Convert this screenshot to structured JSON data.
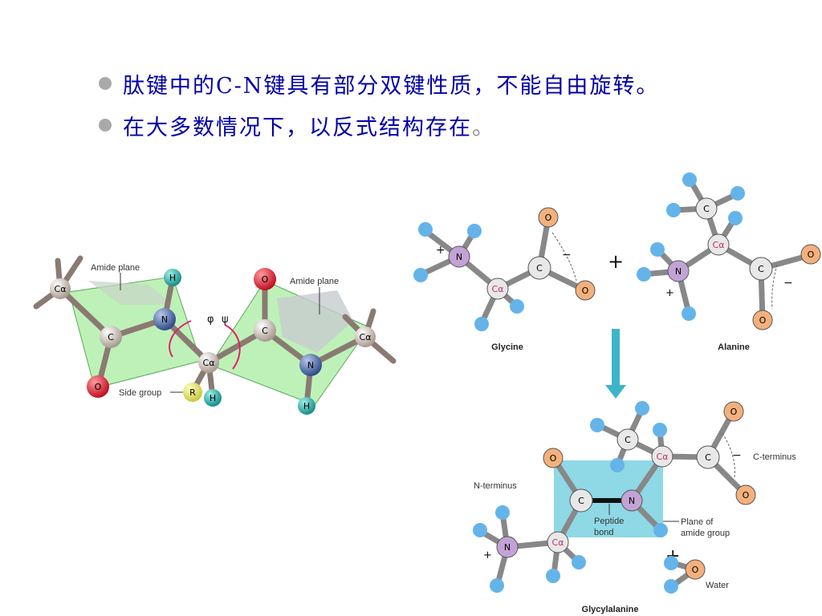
{
  "bullets": [
    {
      "text": "肽键中的C-N键具有部分双键性质，不能自由旋转。",
      "trailing": ""
    },
    {
      "text": "在大多数情况下，以反式结构存在",
      "trailing": "。"
    }
  ],
  "left_model": {
    "amide_plane_label_1": "Amide plane",
    "amide_plane_label_2": "Amide plane",
    "side_group_label": "Side group",
    "phi": "φ",
    "psi": "ψ",
    "atoms": {
      "c": "C",
      "n": "N",
      "o": "O",
      "h": "H",
      "r": "R",
      "ca": "Cα"
    }
  },
  "right_diagram": {
    "glycine_label": "Glycine",
    "alanine_label": "Alanine",
    "glycylalanine_label": "Glycylalanine",
    "plus": "+",
    "minus": "−",
    "pos": "+",
    "n_terminus": "N-terminus",
    "c_terminus": "C-terminus",
    "peptide_bond_1": "Peptide",
    "peptide_bond_2": "bond",
    "plane_label_1": "Plane of",
    "plane_label_2": "amide group",
    "water_label": "Water",
    "atoms": {
      "c": "C",
      "n": "N",
      "o": "O",
      "ca": "Cα"
    }
  },
  "colors": {
    "title": "#0000a8",
    "bullet_dot": "#a9a9a9",
    "amide_plane": "#9ee89a",
    "arrow": "#3db5c8",
    "amide_box": "#8fd8e6",
    "oxygen": "#f4b07c",
    "nitrogen": "#c3a3d6",
    "carbon": "#e8e8e8",
    "hydrogen": "#64b4ea"
  }
}
